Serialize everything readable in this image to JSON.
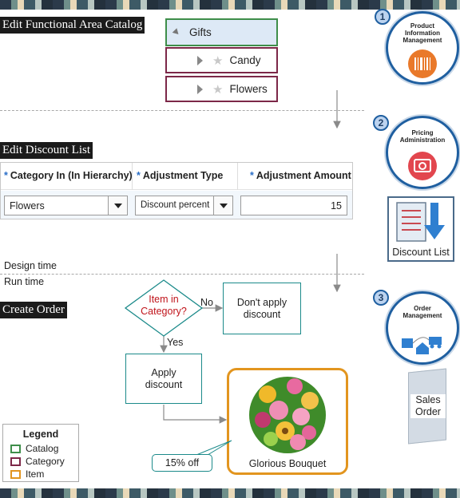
{
  "sections": {
    "catalog_title": "Edit Functional Area Catalog",
    "discount_title": "Edit Discount List",
    "order_title": "Create Order"
  },
  "catalog_tree": {
    "items": [
      {
        "label": "Gifts"
      },
      {
        "label": "Candy"
      },
      {
        "label": "Flowers"
      }
    ]
  },
  "discount_table": {
    "headers": [
      "Category In (In Hierarchy)",
      "Adjustment Type",
      "Adjustment Amount"
    ],
    "row": {
      "category": "Flowers",
      "adjustment_type": "Discount percent",
      "adjustment_amount": "15"
    }
  },
  "timeline": {
    "design_time": "Design time",
    "run_time": "Run time"
  },
  "steps": [
    {
      "number": "1",
      "label": "Product Information Management"
    },
    {
      "number": "2",
      "label": "Pricing Administration"
    },
    {
      "number": "3",
      "label": "Order Management"
    }
  ],
  "documents": {
    "discount_list": "Discount List",
    "sales_order": "Sales Order"
  },
  "flow": {
    "decision": "Item in Category?",
    "no_label": "No",
    "yes_label": "Yes",
    "dont_apply": "Don't apply discount",
    "apply": "Apply discount",
    "callout": "15% off",
    "product": "Glorious Bouquet"
  },
  "legend": {
    "title": "Legend",
    "items": [
      {
        "label": "Catalog",
        "color": "#3e8e4a"
      },
      {
        "label": "Category",
        "color": "#7c2748"
      },
      {
        "label": "Item",
        "color": "#e2951f"
      }
    ]
  },
  "colors": {
    "catalog": "#3e8e4a",
    "category": "#7c2748",
    "item": "#e2951f",
    "flow_line": "#1b8a8a",
    "decision_text": "#c0141b",
    "step_blue": "#1f5fa0"
  }
}
